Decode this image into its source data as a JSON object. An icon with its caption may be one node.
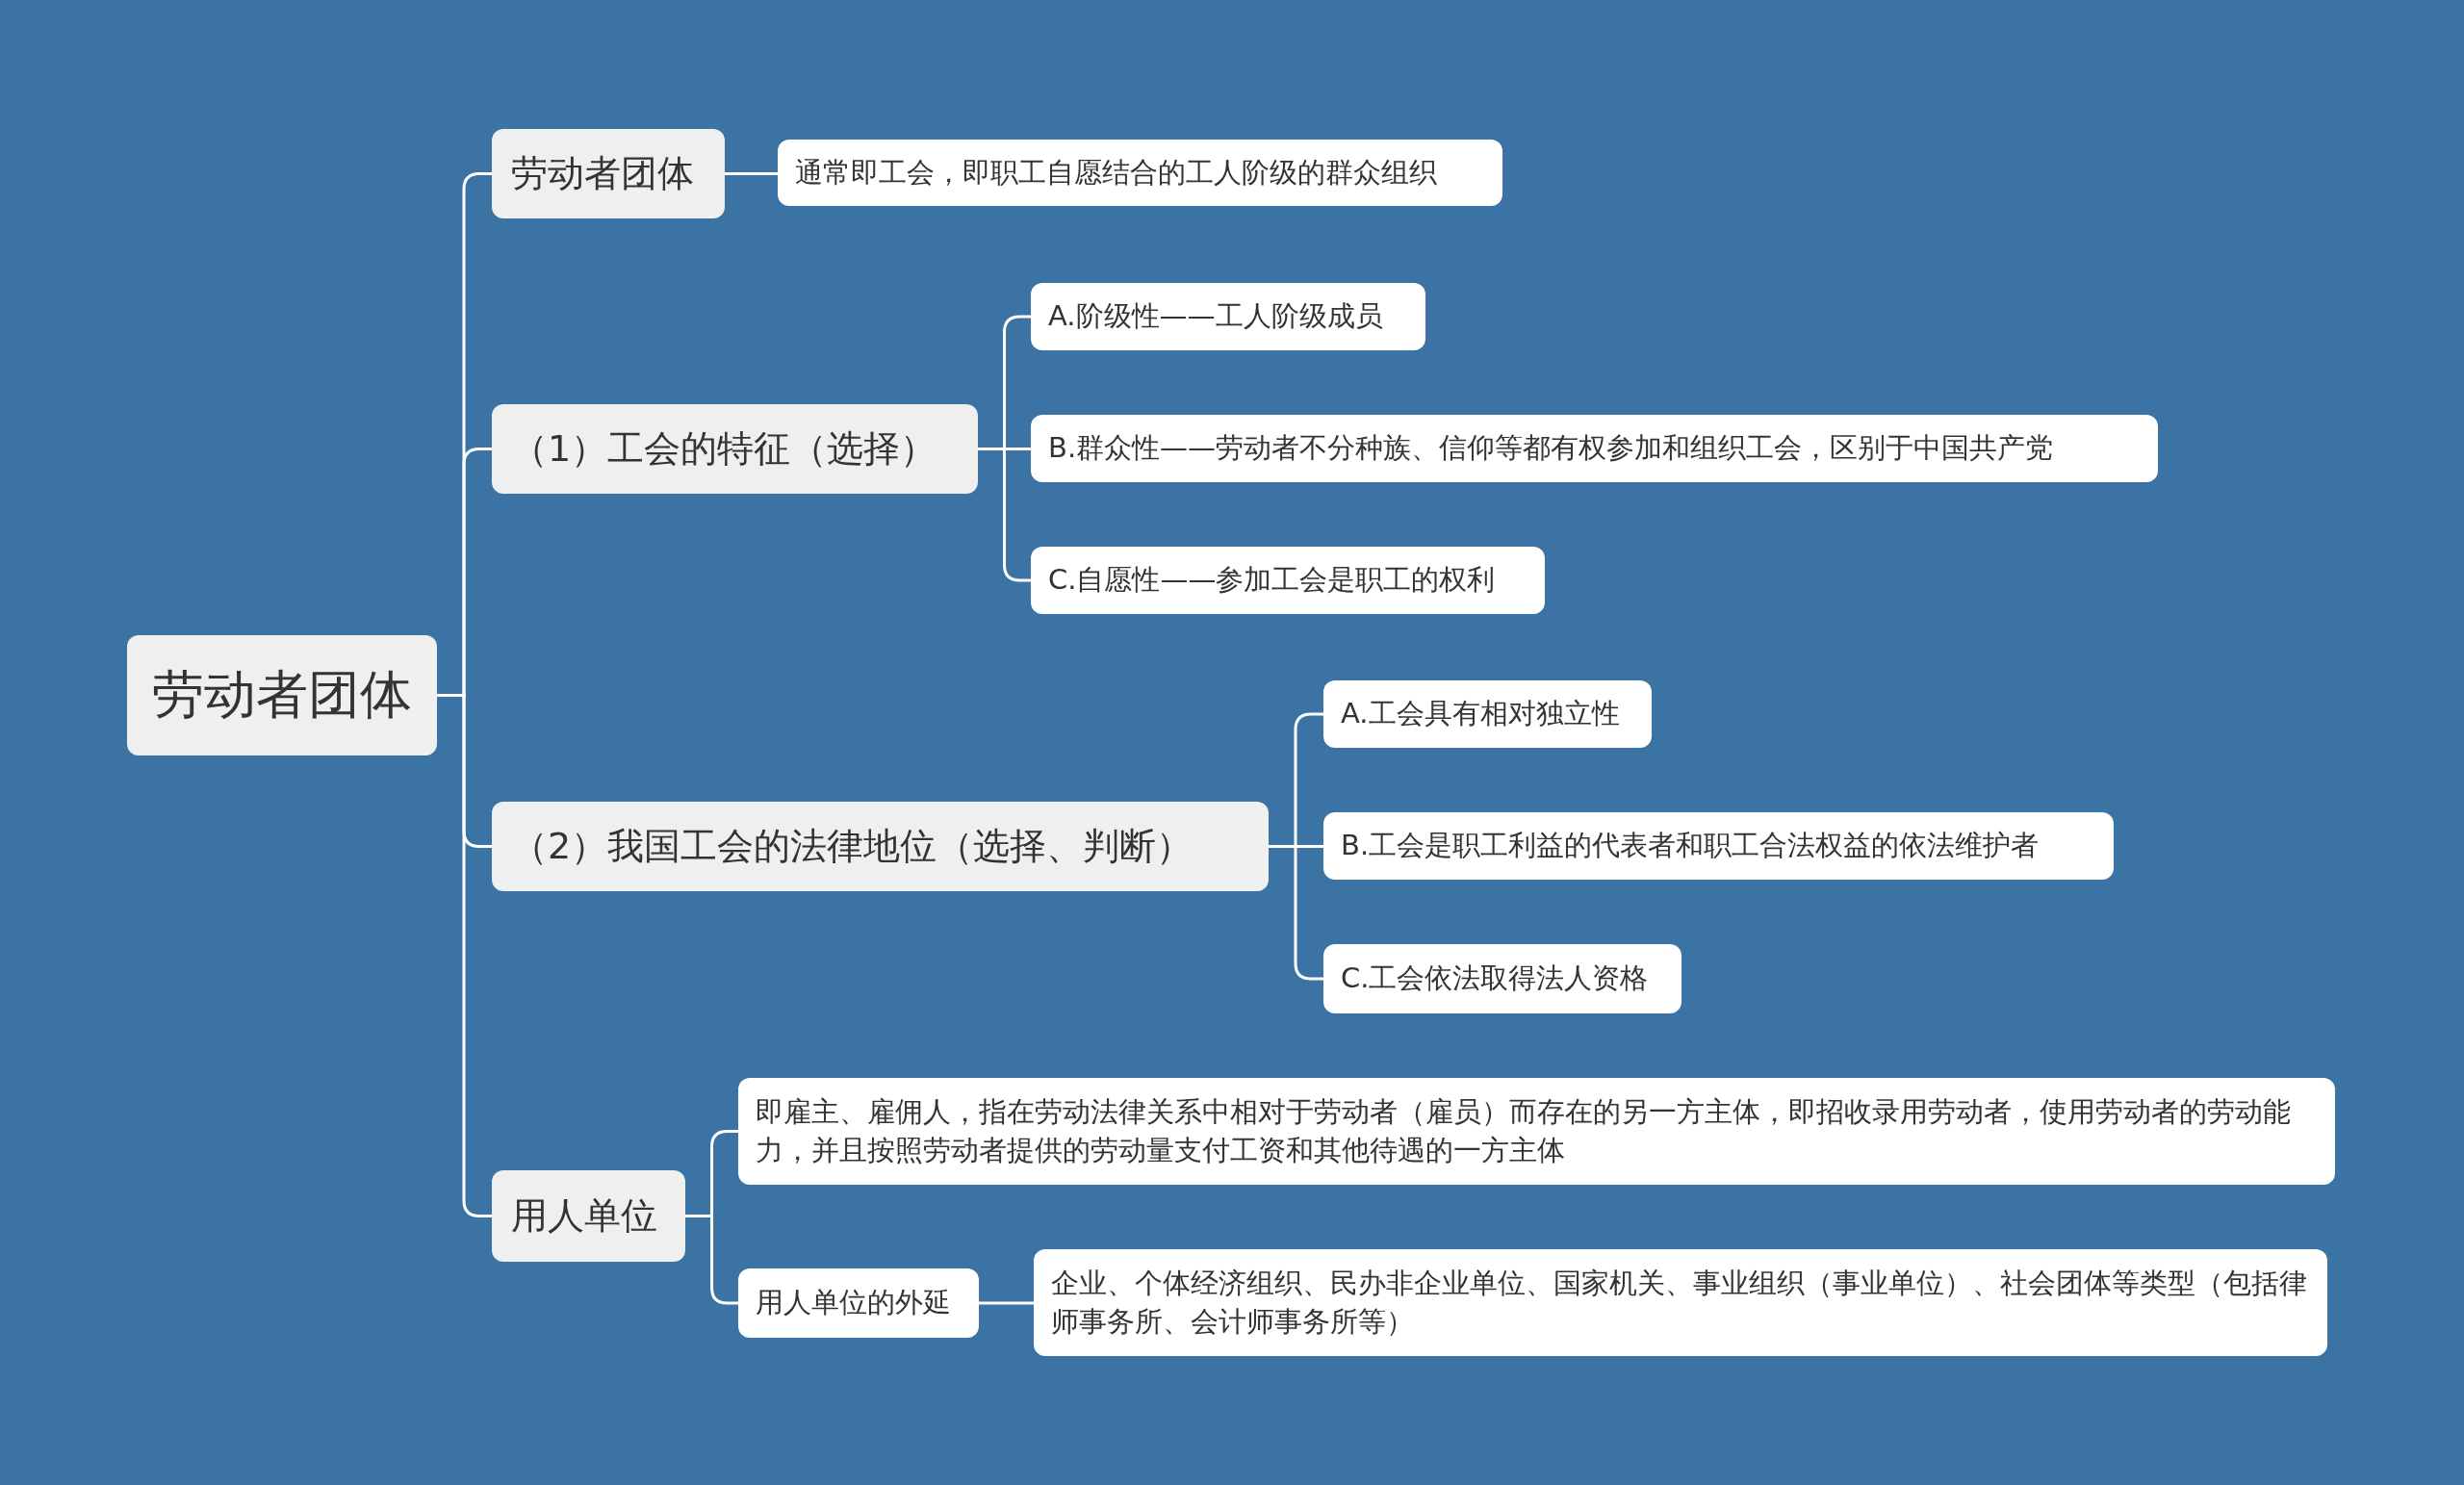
{
  "diagram": {
    "nodes": [
      {
        "text": [
          "劳动者团体"
        ]
      },
      {
        "text": [
          "劳动者团体"
        ]
      },
      {
        "text": [
          "通常即工会，即职工自愿结合的工人阶级的群众组织"
        ]
      },
      {
        "text": [
          "（1）工会的特征（选择）"
        ]
      },
      {
        "text": [
          "A.阶级性——工人阶级成员"
        ]
      },
      {
        "text": [
          "B.群众性——劳动者不分种族、信仰等都有权参加和组织工会，区别于中国共产党"
        ]
      },
      {
        "text": [
          "C.自愿性——参加工会是职工的权利"
        ]
      },
      {
        "text": [
          "（2）我国工会的法律地位（选择、判断）"
        ]
      },
      {
        "text": [
          "A.工会具有相对独立性"
        ]
      },
      {
        "text": [
          "B.工会是职工利益的代表者和职工合法权益的依法维护者"
        ]
      },
      {
        "text": [
          "C.工会依法取得法人资格"
        ]
      },
      {
        "text": [
          "用人单位"
        ]
      },
      {
        "text": [
          "即雇主、雇佣人，指在劳动法律关系中相对于劳动者（雇员）而存在的另一方主体，即招收录用劳动者，使用劳动者的劳动能力，并且按照劳动者提供的劳动量支付工资和其他待遇的一方主体"
        ]
      },
      {
        "text": [
          "用人单位的外延"
        ]
      },
      {
        "text": [
          "企业、个体经济组织、民办非企业单位、国家机关、事业组织（事业单位）、社会团体等类型（包括律师事务所、会计师事务所等）"
        ]
      }
    ],
    "edges": [
      {
        "from": 0,
        "to": 1,
        "arrow": "none"
      },
      {
        "from": 0,
        "to": 3,
        "arrow": "none"
      },
      {
        "from": 0,
        "to": 7,
        "arrow": "none"
      },
      {
        "from": 0,
        "to": 11,
        "arrow": "none"
      },
      {
        "from": 1,
        "to": 2,
        "arrow": "none"
      },
      {
        "from": 3,
        "to": 4,
        "arrow": "none"
      },
      {
        "from": 3,
        "to": 5,
        "arrow": "none"
      },
      {
        "from": 3,
        "to": 6,
        "arrow": "none"
      },
      {
        "from": 7,
        "to": 8,
        "arrow": "none"
      },
      {
        "from": 7,
        "to": 9,
        "arrow": "none"
      },
      {
        "from": 7,
        "to": 10,
        "arrow": "none"
      },
      {
        "from": 11,
        "to": 12,
        "arrow": "none"
      },
      {
        "from": 11,
        "to": 13,
        "arrow": "none"
      },
      {
        "from": 13,
        "to": 14,
        "arrow": "none"
      }
    ]
  }
}
